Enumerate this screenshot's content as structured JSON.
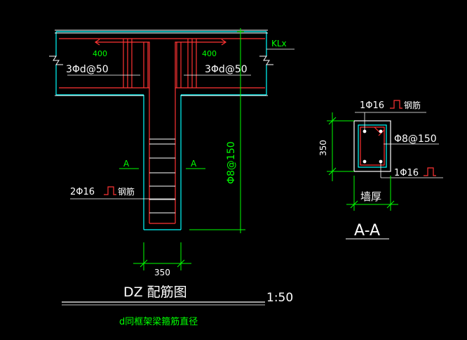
{
  "colors": {
    "background": "#000000",
    "concrete": "#00ffff",
    "rebar": "#ff3333",
    "dimension": "#00ff00",
    "annotation": "#ffffff",
    "note": "#00ff00",
    "label": "#00ff00"
  },
  "main_view": {
    "beam_tag": "KLx",
    "left_length": "400",
    "right_length": "400",
    "left_stirrup": "3Φd@50",
    "right_stirrup": "3Φd@50",
    "column_stirrup_vertical": "Φ8@150",
    "section_mark_left": "A",
    "section_mark_right": "A",
    "bottom_rebar_label": "2Φ16",
    "bottom_rebar_text": "钢筋",
    "width_dimension": "350"
  },
  "title": {
    "main": "DZ 配筋图",
    "scale": "1:50",
    "note": "d同框架梁箍筋直径"
  },
  "section_view": {
    "top_rebar_label": "1Φ16",
    "top_rebar_text": "钢筋",
    "stirrup_label": "Φ8@150",
    "bottom_rebar_label": "1Φ16",
    "height_dimension": "350",
    "width_label": "墙厚",
    "title": "A-A"
  }
}
